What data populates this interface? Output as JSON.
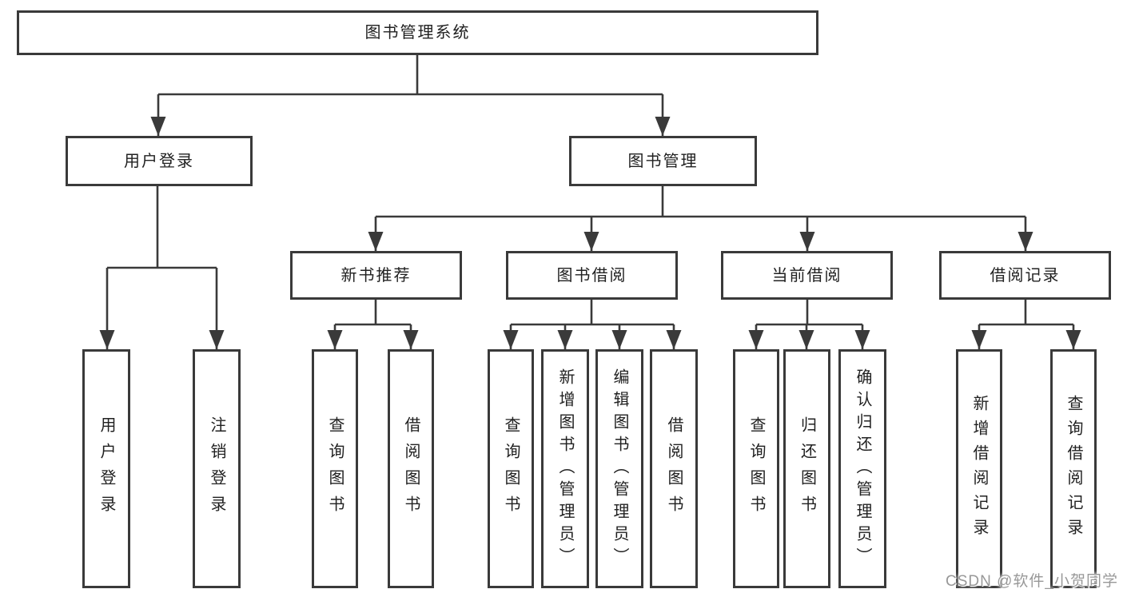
{
  "colors": {
    "line": "#3a3a3a",
    "text": "#212121",
    "watermark": "#989898",
    "background": "#ffffff"
  },
  "watermark": "CSDN @软件_小贺同学",
  "tree": {
    "label": "图书管理系统",
    "children": [
      {
        "label": "用户登录",
        "children": [
          {
            "label": "用户登录"
          },
          {
            "label": "注销登录"
          }
        ]
      },
      {
        "label": "图书管理",
        "children": [
          {
            "label": "新书推荐",
            "children": [
              {
                "label": "查询图书"
              },
              {
                "label": "借阅图书"
              }
            ]
          },
          {
            "label": "图书借阅",
            "children": [
              {
                "label": "查询图书"
              },
              {
                "label": "新增图书（管理员）"
              },
              {
                "label": "编辑图书（管理员）"
              },
              {
                "label": "借阅图书"
              }
            ]
          },
          {
            "label": "当前借阅",
            "children": [
              {
                "label": "查询图书"
              },
              {
                "label": "归还图书"
              },
              {
                "label": "确认归还（管理员）"
              }
            ]
          },
          {
            "label": "借阅记录",
            "children": [
              {
                "label": "新增借阅记录"
              },
              {
                "label": "查询借阅记录"
              }
            ]
          }
        ]
      }
    ]
  }
}
